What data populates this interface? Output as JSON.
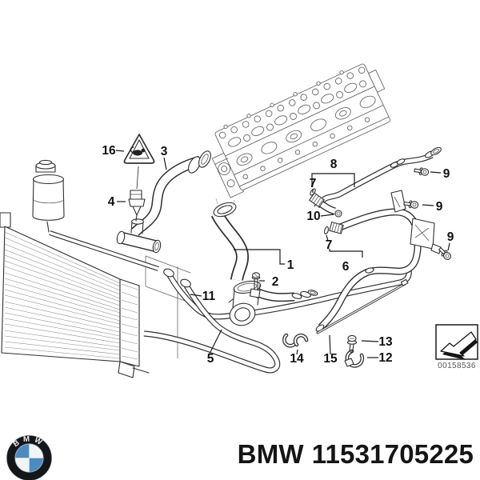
{
  "diagram": {
    "title_hidden": "",
    "callouts": [
      {
        "label": "1"
      },
      {
        "label": "2"
      },
      {
        "label": "3"
      },
      {
        "label": "4"
      },
      {
        "label": "5"
      },
      {
        "label": "6"
      },
      {
        "label": "7"
      },
      {
        "label": "7"
      },
      {
        "label": "8"
      },
      {
        "label": "9"
      },
      {
        "label": "9"
      },
      {
        "label": "9"
      },
      {
        "label": "10"
      },
      {
        "label": "11"
      },
      {
        "label": "12"
      },
      {
        "label": "13"
      },
      {
        "label": "14"
      },
      {
        "label": "15"
      },
      {
        "label": "16"
      }
    ],
    "watermark_code": "00158536",
    "icons": {
      "warning_triangle": "hot-surface-warning-triangle",
      "direction_arrow": "viewing-direction-arrow"
    }
  },
  "footer": {
    "brand": "BMW",
    "part_number": "11531705225",
    "logo_letters": "BMW"
  },
  "colors": {
    "line": "#303030",
    "label_text": "#101010",
    "watermark_text": "#555555",
    "logo_blue": "#4b8bc0",
    "logo_ring": "#14171a",
    "caption_text": "#151515"
  }
}
